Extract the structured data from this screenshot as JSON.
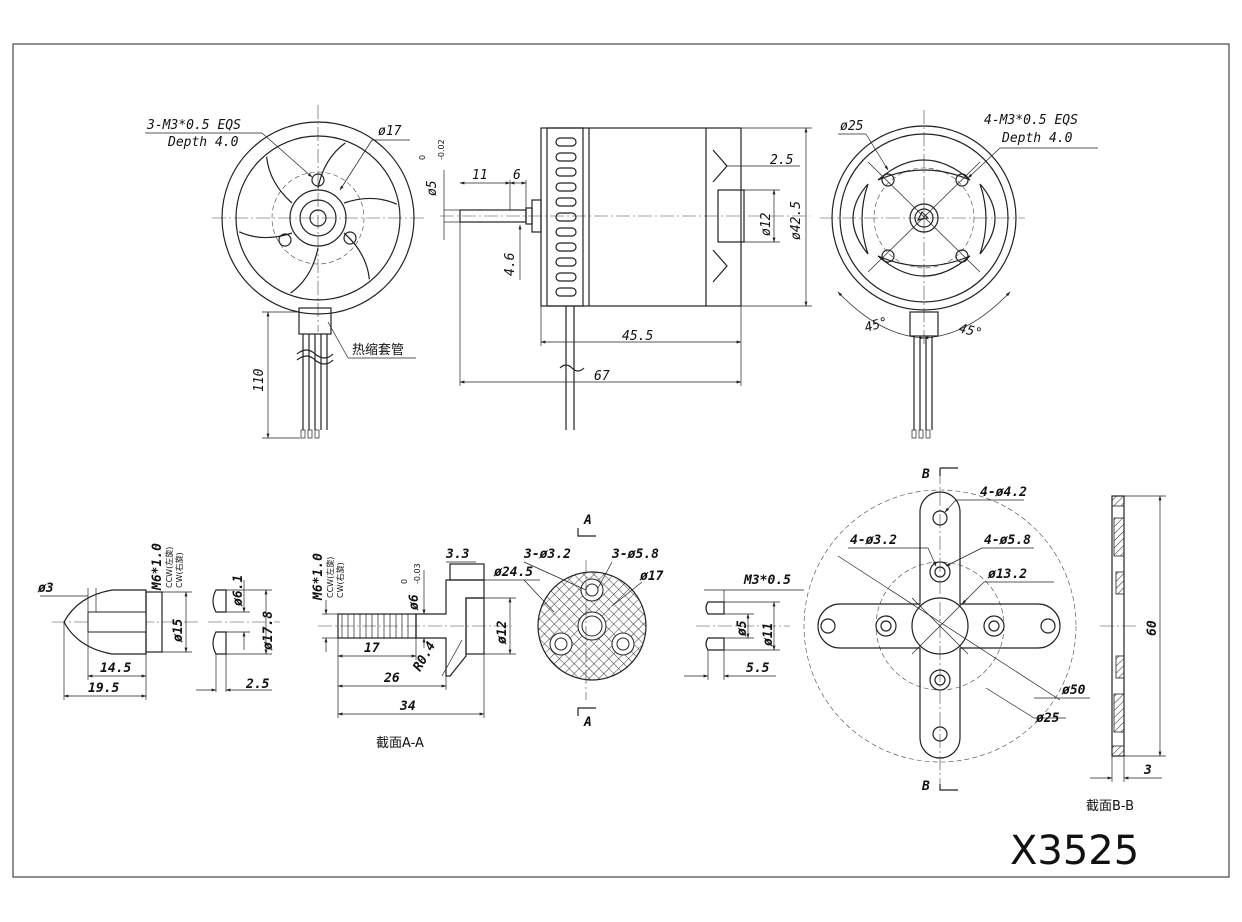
{
  "model_label": "X3525",
  "front_view": {
    "holes_note_line1": "3-M3*0.5 EQS",
    "holes_note_line2": "Depth 4.0",
    "dia_17": "ø17",
    "lead_length": "110",
    "sleeve_note": "热缩套管"
  },
  "side_view": {
    "shaft_dia": "ø5",
    "shaft_tol_upper": "0",
    "shaft_tol_lower": "-0.02",
    "shaft_len_11": "11",
    "shaft_len_6": "6",
    "dim_4_6": "4.6",
    "dim_2_5": "2.5",
    "dim_dia12": "ø12",
    "dim_dia42_5": "ø42.5",
    "dim_45_5": "45.5",
    "dim_67": "67"
  },
  "rear_view": {
    "dia_25": "ø25",
    "holes_note_line1": "4-M3*0.5 EQS",
    "holes_note_line2": "Depth 4.0",
    "angle_left": "45°",
    "angle_right": "45°"
  },
  "spinner": {
    "thread": "M6*1.0",
    "ccw": "CCW(左旋)",
    "cw": "CW(右旋)",
    "dia3": "ø3",
    "dia15": "ø15",
    "len14_5": "14.5",
    "len19_5": "19.5"
  },
  "washer": {
    "dia6_1": "ø6.1",
    "dia17_8": "ø17.8",
    "thk2_5": "2.5"
  },
  "prop_adapter": {
    "thread": "M6*1.0",
    "ccw": "CCW(左旋)",
    "cw": "CW(右旋)",
    "dia6": "ø6",
    "dia6_tol_upper": "0",
    "dia6_tol_lower": "-0.03",
    "len3_3": "3.3",
    "dia24_5": "ø24.5",
    "dia12": "ø12",
    "r0_4": "R0.4",
    "len17": "17",
    "len26": "26",
    "len34": "34",
    "section_label": "截面A-A"
  },
  "adapter_face": {
    "section_mark": "A",
    "holes_3_2": "3-ø3.2",
    "holes_5_8": "3-ø5.8",
    "dia17": "ø17"
  },
  "nut": {
    "thread": "M3*0.5",
    "dia5": "ø5",
    "dia11": "ø11",
    "len5_5": "5.5"
  },
  "cross_mount": {
    "section_mark": "B",
    "holes_4_2": "4-ø4.2",
    "holes_3_2": "4-ø3.2",
    "holes_5_8": "4-ø5.8",
    "dia13_2": "ø13.2",
    "dia50": "ø50",
    "dia25": "ø25",
    "height60": "60",
    "thk3": "3",
    "section_label": "截面B-B"
  }
}
